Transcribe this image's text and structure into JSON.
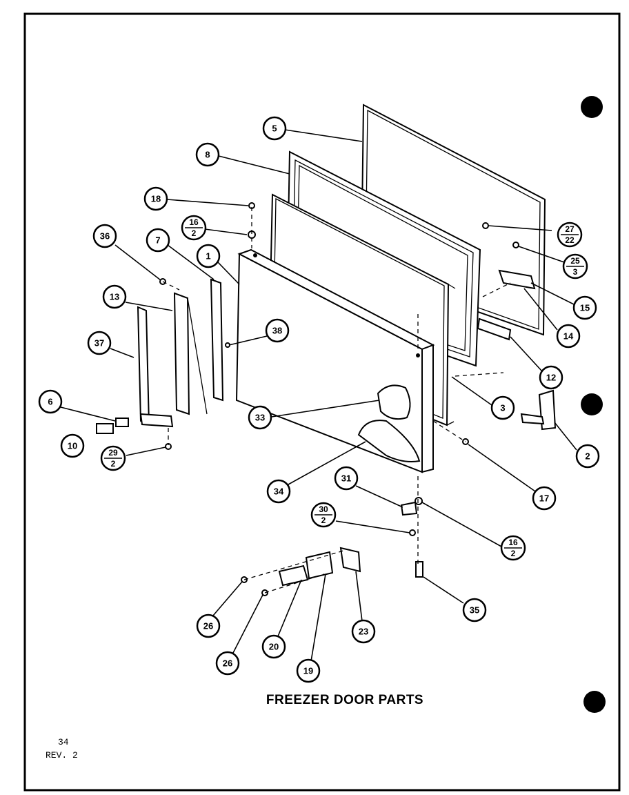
{
  "title": "FREEZER DOOR PARTS",
  "page_number": "34",
  "revision": "REV. 2",
  "callouts": [
    "5",
    "8",
    "18",
    "16/2",
    "36",
    "7",
    "1",
    "13",
    "38",
    "37",
    "6",
    "10",
    "29/2",
    "27/22",
    "25/3",
    "15",
    "14",
    "12",
    "3",
    "2",
    "33",
    "17",
    "34",
    "31",
    "30/2",
    "16/2",
    "35",
    "26",
    "26",
    "20",
    "23",
    "19"
  ]
}
